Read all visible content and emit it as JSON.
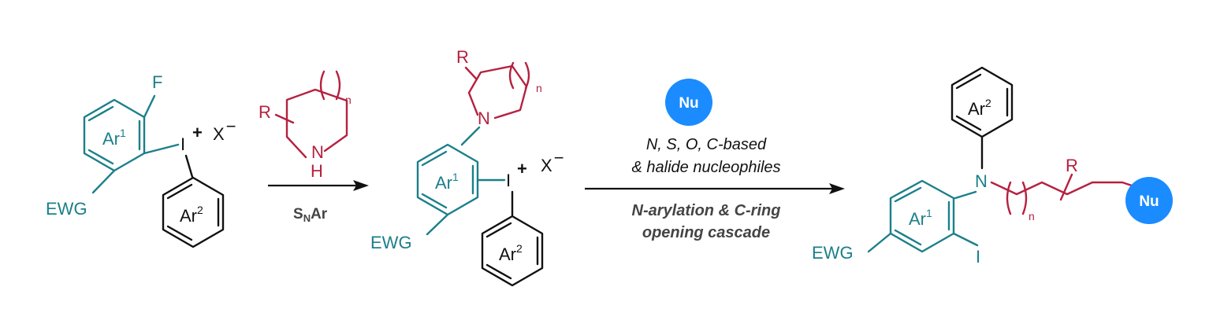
{
  "reactant": {
    "fluoro": "F",
    "ring1": "Ar",
    "ring1_sup": "1",
    "iodine": "I",
    "charge": "+",
    "counterion": "X",
    "counterion_charge": "−",
    "ewg": "EWG",
    "ring2": "Ar",
    "ring2_sup": "2"
  },
  "amine": {
    "r": "R",
    "n_sub": "n",
    "nitrogen": "N",
    "hydrogen": "H"
  },
  "step1": {
    "label_main": "S",
    "label_sub": "N",
    "label_end": "Ar"
  },
  "intermediate": {
    "r": "R",
    "n_sub": "n",
    "nitrogen": "N",
    "ring1": "Ar",
    "ring1_sup": "1",
    "iodine": "I",
    "charge": "+",
    "counterion": "X",
    "counterion_charge": "−",
    "ewg": "EWG",
    "ring2": "Ar",
    "ring2_sup": "2"
  },
  "step2": {
    "badge": "Nu",
    "line1": "N, S, O, C-based",
    "line2": "& halide nucleophiles",
    "line3": "N-arylation & C-ring",
    "line4": "opening cascade"
  },
  "product": {
    "ring2": "Ar",
    "ring2_sup": "2",
    "nitrogen": "N",
    "ring1": "Ar",
    "ring1_sup": "1",
    "ewg": "EWG",
    "iodine": "I",
    "n_sub": "n",
    "r": "R",
    "badge": "Nu"
  },
  "colors": {
    "teal": "#1b7f8a",
    "red": "#b5213f",
    "black": "#111111",
    "nu_blue": "#1a8cff"
  }
}
